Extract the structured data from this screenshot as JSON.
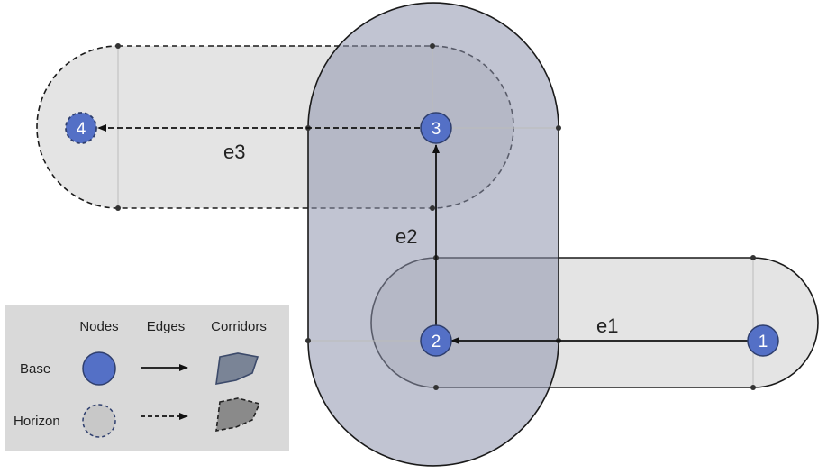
{
  "colors": {
    "corridor_fill": "#e4e4e4",
    "corridor_stroke": "#1a1a1a",
    "corridor2_fill": "#8e94ad",
    "node_fill": "#5470c6",
    "node_stroke": "#2f3f6e",
    "legend_bg": "#d9d9d9",
    "horizon_fill": "#c8c8c8",
    "legend_base_corridor": "#7a8496",
    "legend_horizon_corridor": "#8a8a8a"
  },
  "nodes": [
    {
      "id": "n1",
      "label": "1",
      "type": "base"
    },
    {
      "id": "n2",
      "label": "2",
      "type": "base"
    },
    {
      "id": "n3",
      "label": "3",
      "type": "base"
    },
    {
      "id": "n4",
      "label": "4",
      "type": "horizon"
    }
  ],
  "edges": [
    {
      "label": "e1",
      "from": "1",
      "to": "2",
      "type": "base"
    },
    {
      "label": "e2",
      "from": "2",
      "to": "3",
      "type": "base"
    },
    {
      "label": "e3",
      "from": "3",
      "to": "4",
      "type": "horizon"
    }
  ],
  "legend": {
    "col_nodes": "Nodes",
    "col_edges": "Edges",
    "col_corridors": "Corridors",
    "row_base": "Base",
    "row_horizon": "Horizon"
  }
}
